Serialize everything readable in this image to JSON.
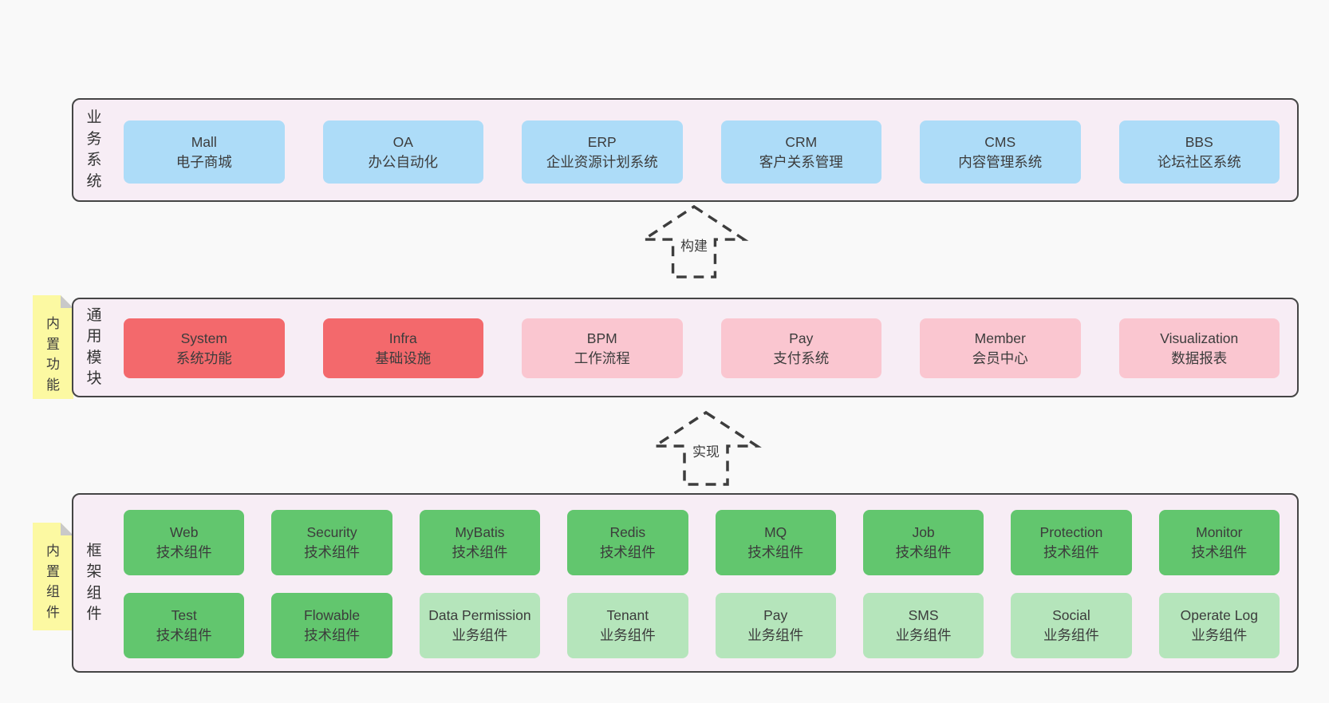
{
  "colors": {
    "page_background": "#f9f9f9",
    "band_background": "#f7edf5",
    "band_border": "#454545",
    "box_blue": "#addcf8",
    "box_red": "#f3696c",
    "box_pink": "#fac6d0",
    "box_green": "#62c66e",
    "box_green_light": "#b5e5bb",
    "note_yellow": "#fcf9a2",
    "note_fold_gray": "#c9c9c9",
    "text": "#3c3c3c"
  },
  "arrows": [
    {
      "label": "构建"
    },
    {
      "label": "实现"
    }
  ],
  "bands": [
    {
      "label": "业务系统",
      "rows": [
        [
          {
            "name": "Mall",
            "subtitle": "电子商城",
            "tone": "blue"
          },
          {
            "name": "OA",
            "subtitle": "办公自动化",
            "tone": "blue"
          },
          {
            "name": "ERP",
            "subtitle": "企业资源计划系统",
            "tone": "blue"
          },
          {
            "name": "CRM",
            "subtitle": "客户关系管理",
            "tone": "blue"
          },
          {
            "name": "CMS",
            "subtitle": "内容管理系统",
            "tone": "blue"
          },
          {
            "name": "BBS",
            "subtitle": "论坛社区系统",
            "tone": "blue"
          }
        ]
      ]
    },
    {
      "label": "通用模块",
      "note": "内置功能",
      "rows": [
        [
          {
            "name": "System",
            "subtitle": "系统功能",
            "tone": "red"
          },
          {
            "name": "Infra",
            "subtitle": "基础设施",
            "tone": "red"
          },
          {
            "name": "BPM",
            "subtitle": "工作流程",
            "tone": "pink"
          },
          {
            "name": "Pay",
            "subtitle": "支付系统",
            "tone": "pink"
          },
          {
            "name": "Member",
            "subtitle": "会员中心",
            "tone": "pink"
          },
          {
            "name": "Visualization",
            "subtitle": "数据报表",
            "tone": "pink"
          }
        ]
      ]
    },
    {
      "label": "框架组件",
      "note": "内置组件",
      "rows": [
        [
          {
            "name": "Web",
            "subtitle": "技术组件",
            "tone": "green"
          },
          {
            "name": "Security",
            "subtitle": "技术组件",
            "tone": "green"
          },
          {
            "name": "MyBatis",
            "subtitle": "技术组件",
            "tone": "green"
          },
          {
            "name": "Redis",
            "subtitle": "技术组件",
            "tone": "green"
          },
          {
            "name": "MQ",
            "subtitle": "技术组件",
            "tone": "green"
          },
          {
            "name": "Job",
            "subtitle": "技术组件",
            "tone": "green"
          },
          {
            "name": "Protection",
            "subtitle": "技术组件",
            "tone": "green"
          },
          {
            "name": "Monitor",
            "subtitle": "技术组件",
            "tone": "green"
          }
        ],
        [
          {
            "name": "Test",
            "subtitle": "技术组件",
            "tone": "green"
          },
          {
            "name": "Flowable",
            "subtitle": "技术组件",
            "tone": "green"
          },
          {
            "name": "Data Permission",
            "subtitle": "业务组件",
            "tone": "green-light"
          },
          {
            "name": "Tenant",
            "subtitle": "业务组件",
            "tone": "green-light"
          },
          {
            "name": "Pay",
            "subtitle": "业务组件",
            "tone": "green-light"
          },
          {
            "name": "SMS",
            "subtitle": "业务组件",
            "tone": "green-light"
          },
          {
            "name": "Social",
            "subtitle": "业务组件",
            "tone": "green-light"
          },
          {
            "name": "Operate Log",
            "subtitle": "业务组件",
            "tone": "green-light"
          }
        ]
      ]
    }
  ]
}
